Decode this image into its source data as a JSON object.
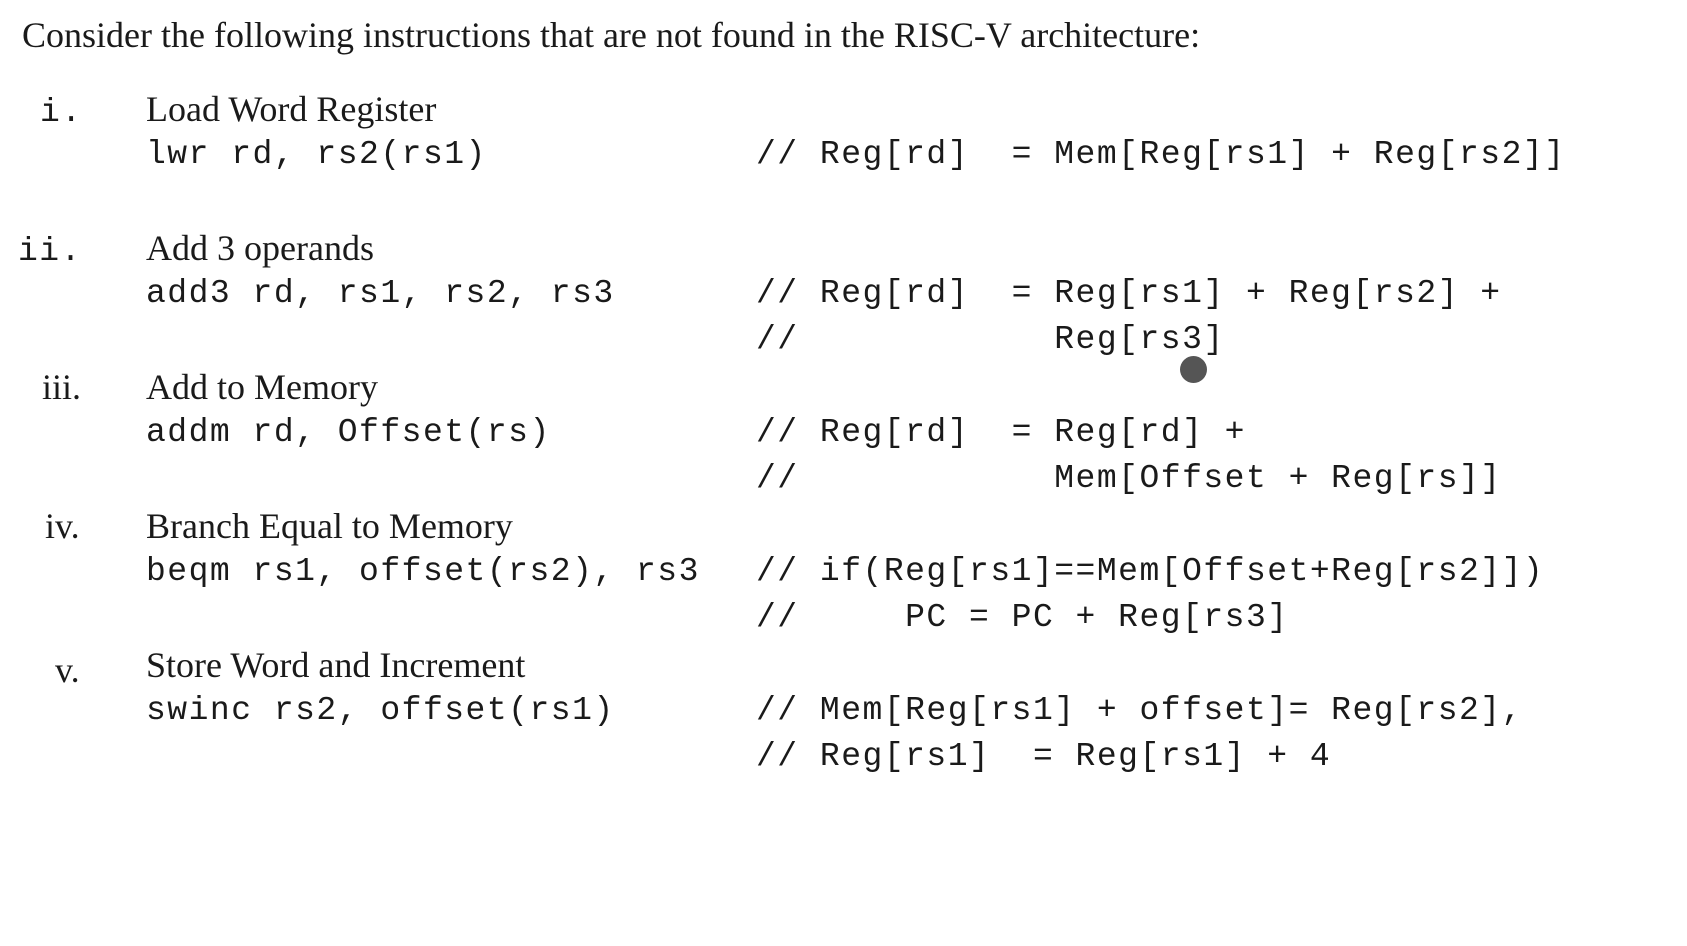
{
  "intro": "Consider the following instructions that are not found in the RISC-V architecture:",
  "items": [
    {
      "numeral": "i.",
      "title": "Load Word Register",
      "syntax": "lwr rd, rs2(rs1)",
      "comment_lines": [
        "// Reg[rd]  = Mem[Reg[rs1] + Reg[rs2]]"
      ]
    },
    {
      "numeral": "ii.",
      "title": "Add 3 operands",
      "syntax": "add3 rd, rs1, rs2, rs3",
      "comment_lines": [
        "// Reg[rd]  = Reg[rs1] + Reg[rs2] +",
        "//            Reg[rs3]"
      ]
    },
    {
      "numeral": "iii.",
      "title": "Add to Memory",
      "syntax": "addm rd, Offset(rs)",
      "comment_lines": [
        "// Reg[rd]  = Reg[rd] +",
        "//            Mem[Offset + Reg[rs]]"
      ]
    },
    {
      "numeral": "iv.",
      "title": "Branch Equal to Memory",
      "syntax": "beqm rs1, offset(rs2), rs3",
      "comment_lines": [
        "// if(Reg[rs1]==Mem[Offset+Reg[rs2]])",
        "//     PC = PC + Reg[rs3]"
      ]
    },
    {
      "numeral": "v.",
      "title": "Store Word and Increment",
      "syntax": "swinc rs2, offset(rs1)",
      "comment_lines": [
        "// Mem[Reg[rs1] + offset]= Reg[rs2],",
        "// Reg[rs1]  = Reg[rs1] + 4"
      ]
    }
  ]
}
